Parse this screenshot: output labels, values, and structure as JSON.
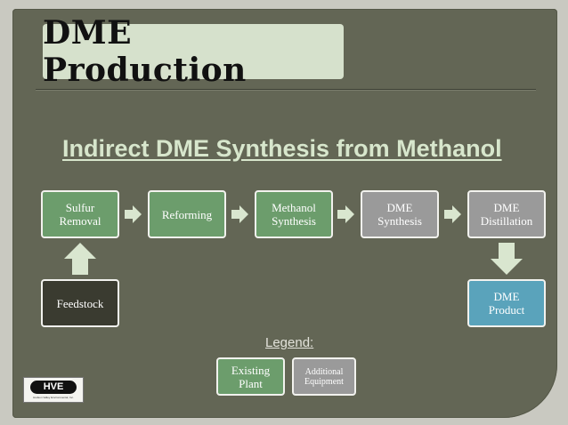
{
  "slide": {
    "title": "DME Production",
    "subtitle": "Indirect DME Synthesis from Methanol"
  },
  "process": {
    "sulfur_removal": "Sulfur\nRemoval",
    "reforming": "Reforming",
    "methanol_synthesis": "Methanol\nSynthesis",
    "dme_synthesis": "DME\nSynthesis",
    "dme_distillation": "DME\nDistillation",
    "feedstock": "Feedstock",
    "dme_product": "DME\nProduct"
  },
  "legend": {
    "title": "Legend:",
    "existing_plant": "Existing\nPlant",
    "additional_equipment": "Additional\nEquipment"
  },
  "logo": {
    "name": "HVE",
    "company": "Hudson Valley Environmental, Inc."
  },
  "colors": {
    "existing": "#6c9d6c",
    "additional": "#9a9a9a",
    "feedstock": "#3a3b30",
    "product": "#5aa3bb"
  }
}
